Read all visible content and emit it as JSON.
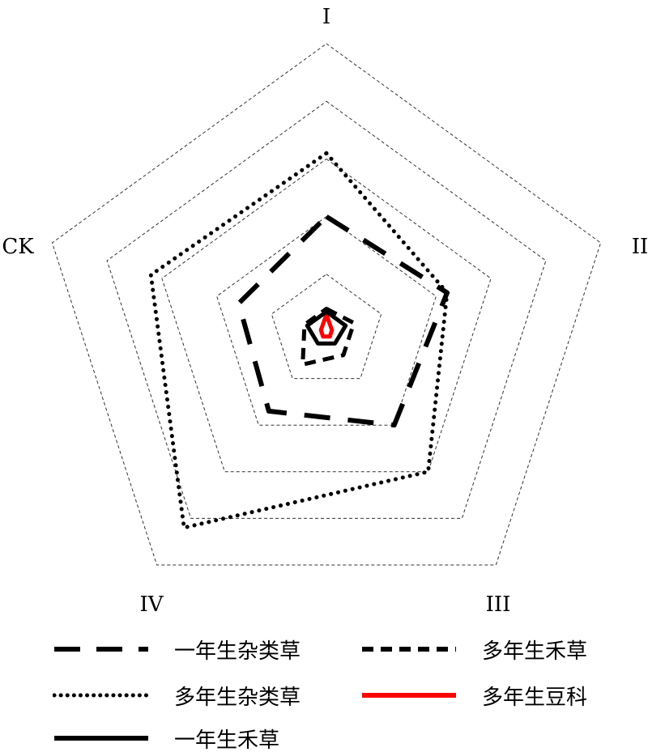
{
  "chart_data": {
    "type": "radar",
    "axes": [
      "I",
      "II",
      "III",
      "IV",
      "CK"
    ],
    "rmax": 5,
    "grid_levels": [
      1,
      2,
      3,
      4,
      5
    ],
    "series": [
      {
        "name": "一年生杂类草",
        "values": [
          2.0,
          2.2,
          2.0,
          1.7,
          1.6
        ],
        "color": "#000000",
        "dash": "long"
      },
      {
        "name": "多年生禾草",
        "values": [
          0.4,
          0.5,
          0.5,
          0.7,
          0.4
        ],
        "color": "#000000",
        "dash": "short"
      },
      {
        "name": "多年生杂类草",
        "values": [
          3.1,
          2.2,
          3.0,
          4.2,
          3.2
        ],
        "color": "#000000",
        "dash": "dot"
      },
      {
        "name": "多年生豆科",
        "values": [
          0.3,
          0.1,
          0.1,
          0.1,
          0.1
        ],
        "color": "#ff0000",
        "dash": "solid"
      },
      {
        "name": "一年生禾草",
        "values": [
          0.35,
          0.35,
          0.25,
          0.25,
          0.35
        ],
        "color": "#000000",
        "dash": "solid"
      }
    ]
  },
  "legend": [
    {
      "label": "一年生杂类草",
      "dash": "long",
      "color": "#000000"
    },
    {
      "label": "多年生禾草",
      "dash": "short",
      "color": "#000000"
    },
    {
      "label": "多年生杂类草",
      "dash": "dot",
      "color": "#000000"
    },
    {
      "label": "多年生豆科",
      "dash": "solid",
      "color": "#ff0000"
    },
    {
      "label": "一年生禾草",
      "dash": "solid",
      "color": "#000000"
    }
  ]
}
